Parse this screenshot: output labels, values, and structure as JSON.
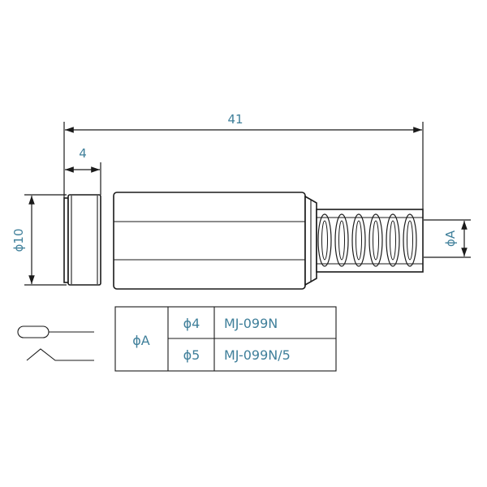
{
  "dimensions": {
    "overall_length": "41",
    "front_length": "4",
    "front_diameter": "ϕ10",
    "cable_diameter": "ϕA"
  },
  "table": {
    "header": "ϕA",
    "rows": [
      {
        "diameter": "ϕ4",
        "model": "MJ-099N"
      },
      {
        "diameter": "ϕ5",
        "model": "MJ-099N/5"
      }
    ]
  },
  "colors": {
    "dimension_text": "#3f7f9a",
    "line": "#1a1a1a"
  },
  "icons": [
    "plug-symbol-icon",
    "switch-contact-icon"
  ]
}
